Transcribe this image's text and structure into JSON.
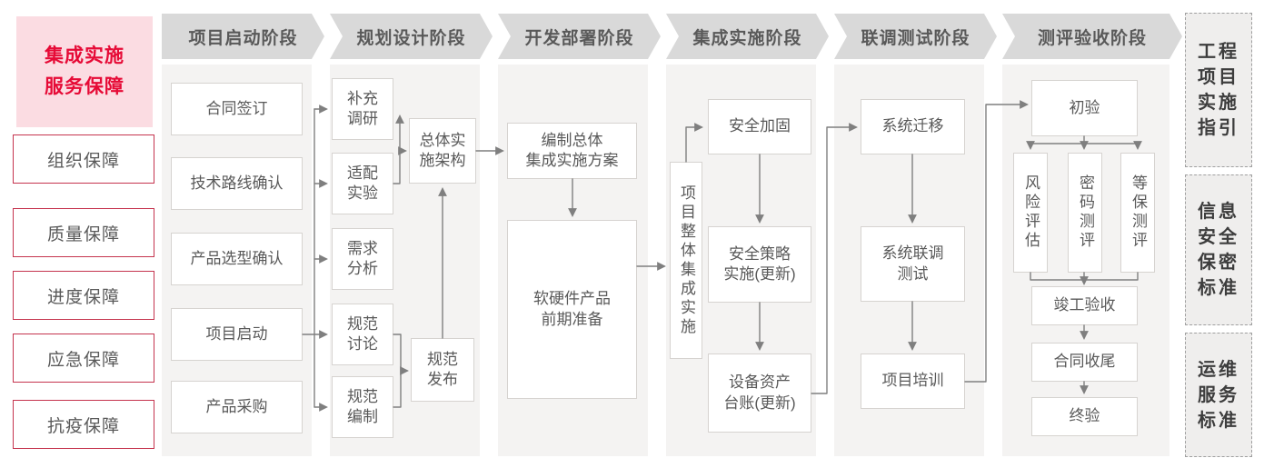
{
  "colors": {
    "accent_red": "#e60a36",
    "pink_bg": "#fbdce2",
    "red_border": "#c5344e",
    "header_gray": "#d9d9d9",
    "band_gray": "#f4f3f2",
    "box_border": "#d6d3d0",
    "text_gray": "#595959",
    "line_gray": "#7f7f7f"
  },
  "left_panel": {
    "title": "集成实施\n服务保障",
    "items": [
      "组织保障",
      "质量保障",
      "进度保障",
      "应急保障",
      "抗疫保障"
    ]
  },
  "phases": [
    {
      "label": "项目启动阶段",
      "boxes": [
        "合同签订",
        "技术路线确认",
        "产品选型确认",
        "项目启动",
        "产品采购"
      ]
    },
    {
      "label": "规划设计阶段",
      "boxes": [
        "补充\n调研",
        "适配\n实验",
        "需求\n分析",
        "规范\n讨论",
        "规范\n编制",
        "总体实\n施架构",
        "规范\n发布"
      ]
    },
    {
      "label": "开发部署阶段",
      "boxes": [
        "编制总体\n集成实施方案",
        "软硬件产品\n前期准备"
      ]
    },
    {
      "label": "集成实施阶段",
      "boxes": [
        "项目整体集成实施",
        "安全加固",
        "安全策略\n实施(更新)",
        "设备资产\n台账(更新)"
      ]
    },
    {
      "label": "联调测试阶段",
      "boxes": [
        "系统迁移",
        "系统联调\n测试",
        "项目培训"
      ]
    },
    {
      "label": "测评验收阶段",
      "boxes": [
        "初验",
        "风险评估",
        "密码测评",
        "等保测评",
        "竣工验收",
        "合同收尾",
        "终验"
      ]
    }
  ],
  "right_panel": {
    "items": [
      "工程\n项目\n实施\n指引",
      "信息\n安全\n保密\n标准",
      "运维\n服务\n标准"
    ]
  }
}
